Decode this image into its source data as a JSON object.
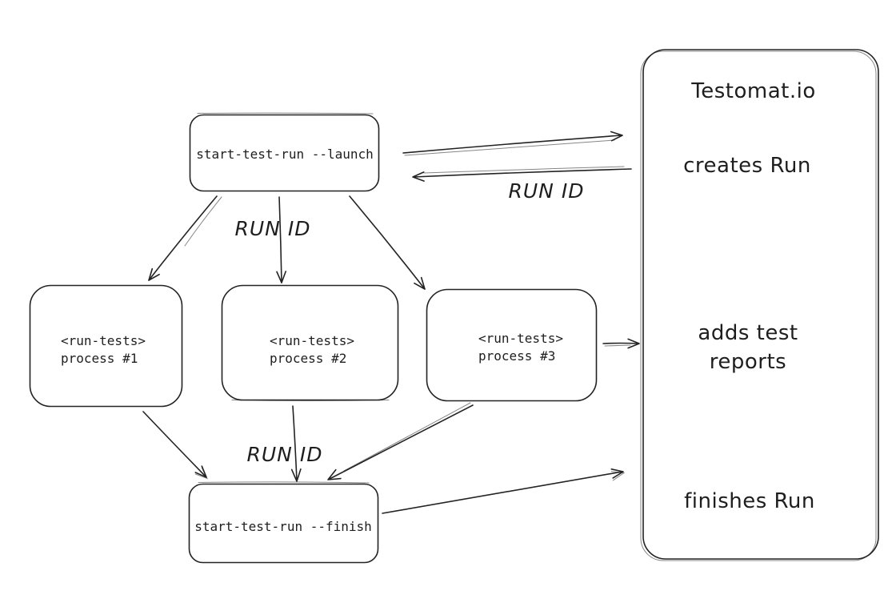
{
  "canvas": {
    "background": "#ffffff",
    "stroke_color": "#232323",
    "text_color": "#1e1e1e"
  },
  "nodes": {
    "launch": {
      "label": "start-test-run --launch"
    },
    "process_1": {
      "line1": "<run-tests>",
      "line2": "process #1"
    },
    "process_2": {
      "line1": "<run-tests>",
      "line2": "process #2"
    },
    "process_3": {
      "line1": "<run-tests>",
      "line2": "process #3"
    },
    "finish": {
      "label": "start-test-run --finish"
    },
    "testomat_panel": {
      "title": "Testomat.io",
      "step_creates": "creates Run",
      "step_adds_line1": "adds test",
      "step_adds_line2": "reports",
      "step_finishes": "finishes Run"
    }
  },
  "edge_labels": {
    "run_id_return": "RUN ID",
    "run_id_fanout": "RUN ID",
    "run_id_fanin": "RUN ID"
  }
}
